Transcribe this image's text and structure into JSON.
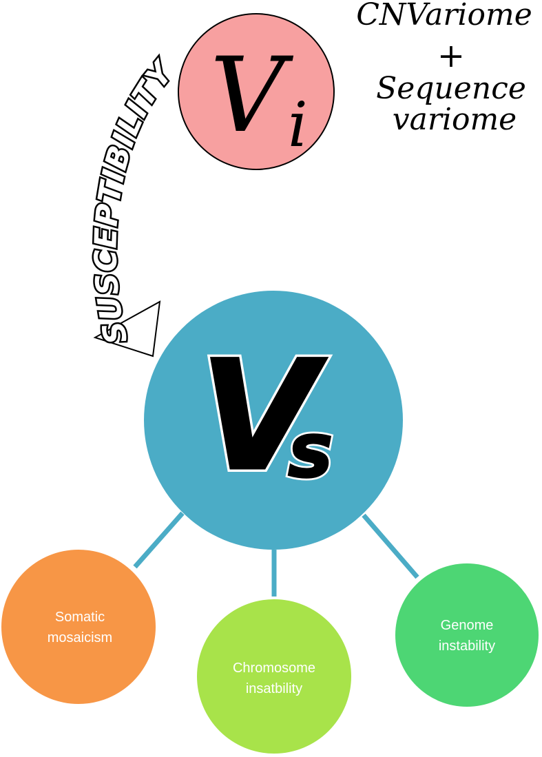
{
  "colors": {
    "vi_circle": "#F7A0A0",
    "vs_circle": "#4BACC6",
    "connector": "#4BACC6",
    "somatic": "#F79646",
    "chromosome": "#A8E34A",
    "genome": "#4DD674",
    "outline": "#000000"
  },
  "vi": {
    "main": "V",
    "subscript": "i"
  },
  "vs": {
    "main": "V",
    "subscript": "s"
  },
  "annotation": {
    "line1": "CNVariome",
    "line2": "+",
    "line3": "Sequence",
    "line4": "variome"
  },
  "arrow_label": "SUSCEPTIBILITY",
  "nodes": {
    "somatic": {
      "line1": "Somatic",
      "line2": "mosaicism"
    },
    "chromosome": {
      "line1": "Chromosome",
      "line2": "insatbility"
    },
    "genome": {
      "line1": "Genome",
      "line2": "instability"
    }
  }
}
